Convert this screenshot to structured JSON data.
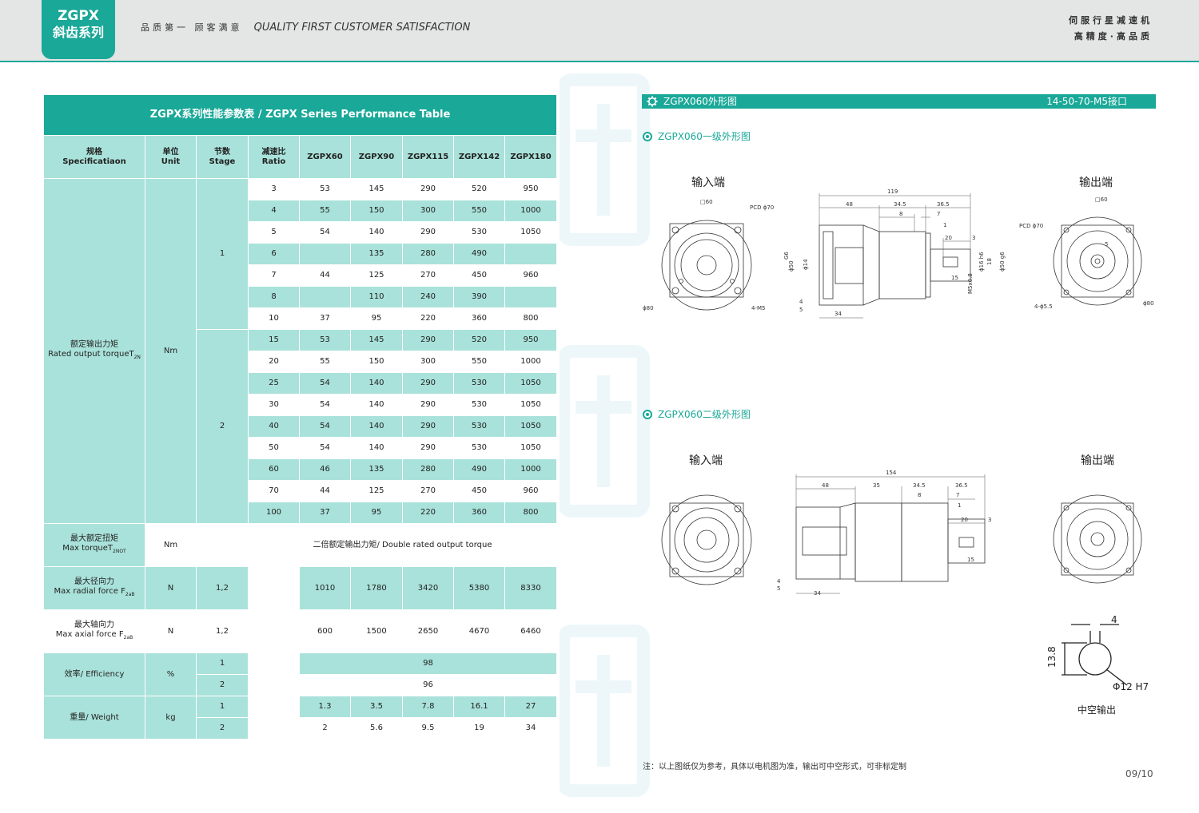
{
  "header": {
    "logo_line1": "ZGPX",
    "logo_line2": "斜齿系列",
    "slogan_cn": "品质第一  顾客满意",
    "slogan_en": "QUALITY FIRST  CUSTOMER SATISFACTION",
    "right_line1": "伺服行星减速机",
    "right_line2": "高精度·高品质"
  },
  "table": {
    "title": "ZGPX系列性能参数表 / ZGPX Series Performance Table",
    "headers": {
      "spec_cn": "规格",
      "spec_en": "Specificatiaon",
      "unit_cn": "单位",
      "unit_en": "Unit",
      "stage_cn": "节数",
      "stage_en": "Stage",
      "ratio_cn": "减速比",
      "ratio_en": "Ratio",
      "m1": "ZGPX60",
      "m2": "ZGPX90",
      "m3": "ZGPX115",
      "m4": "ZGPX142",
      "m5": "ZGPX180"
    },
    "torque_cn": "额定输出力矩",
    "torque_en": "Rated output torque",
    "torque_sym": "T",
    "torque_sub": "2N",
    "unit_nm": "Nm",
    "stage1": "1",
    "stage2": "2",
    "rows": [
      {
        "ratio": "3",
        "v": [
          "53",
          "145",
          "290",
          "520",
          "950"
        ]
      },
      {
        "ratio": "4",
        "v": [
          "55",
          "150",
          "300",
          "550",
          "1000"
        ]
      },
      {
        "ratio": "5",
        "v": [
          "54",
          "140",
          "290",
          "530",
          "1050"
        ]
      },
      {
        "ratio": "6",
        "v": [
          "",
          "135",
          "280",
          "490",
          ""
        ]
      },
      {
        "ratio": "7",
        "v": [
          "44",
          "125",
          "270",
          "450",
          "960"
        ]
      },
      {
        "ratio": "8",
        "v": [
          "",
          "110",
          "240",
          "390",
          ""
        ]
      },
      {
        "ratio": "10",
        "v": [
          "37",
          "95",
          "220",
          "360",
          "800"
        ]
      },
      {
        "ratio": "15",
        "v": [
          "53",
          "145",
          "290",
          "520",
          "950"
        ]
      },
      {
        "ratio": "20",
        "v": [
          "55",
          "150",
          "300",
          "550",
          "1000"
        ]
      },
      {
        "ratio": "25",
        "v": [
          "54",
          "140",
          "290",
          "530",
          "1050"
        ]
      },
      {
        "ratio": "30",
        "v": [
          "54",
          "140",
          "290",
          "530",
          "1050"
        ]
      },
      {
        "ratio": "40",
        "v": [
          "54",
          "140",
          "290",
          "530",
          "1050"
        ]
      },
      {
        "ratio": "50",
        "v": [
          "54",
          "140",
          "290",
          "530",
          "1050"
        ]
      },
      {
        "ratio": "60",
        "v": [
          "46",
          "135",
          "280",
          "490",
          "1000"
        ]
      },
      {
        "ratio": "70",
        "v": [
          "44",
          "125",
          "270",
          "450",
          "960"
        ]
      },
      {
        "ratio": "100",
        "v": [
          "37",
          "95",
          "220",
          "360",
          "800"
        ]
      }
    ],
    "max_cn": "最大额定扭矩",
    "max_en": "Max torque",
    "max_sym": "T",
    "max_sub": "2NOT",
    "max_unit": "Nm",
    "max_val": "二倍额定输出力矩/ Double rated output torque",
    "radial_cn": "最大径向力",
    "radial_en": "Max radial force F",
    "radial_sub": "2aB",
    "radial_unit": "N",
    "radial_stage": "1,2",
    "radial_v": [
      "1010",
      "1780",
      "3420",
      "5380",
      "8330"
    ],
    "axial_cn": "最大轴向力",
    "axial_en": "Max axial force F",
    "axial_sub": "2aB",
    "axial_unit": "N",
    "axial_stage": "1,2",
    "axial_v": [
      "600",
      "1500",
      "2650",
      "4670",
      "6460"
    ],
    "eff_label": "效率/ Efficiency",
    "eff_unit": "%",
    "eff_s1": "1",
    "eff_v1": "98",
    "eff_s2": "2",
    "eff_v2": "96",
    "weight_label": "重量/ Weight",
    "weight_unit": "kg",
    "w_s1": "1",
    "w_v1": [
      "1.3",
      "3.5",
      "7.8",
      "16.1",
      "27"
    ],
    "w_s2": "2",
    "w_v2": [
      "2",
      "5.6",
      "9.5",
      "19",
      "34"
    ]
  },
  "drawing": {
    "bar_title": "ZGPX060外形图",
    "bar_right": "14-50-70-M5接口",
    "sub1": "ZGPX060一级外形图",
    "sub2": "ZGPX060二级外形图",
    "input_label": "输入端",
    "output_label": "输出端",
    "hollow_label": "中空输出",
    "d1": {
      "sq": "□60",
      "pcd_in": "PCD ϕ70",
      "d80": "ϕ80",
      "m5": "4-M5",
      "len": "119",
      "a48": "48",
      "a345": "34.5",
      "a365": "36.5",
      "a8": "8",
      "a7": "7",
      "a1": "1",
      "a20": "20",
      "a3": "3",
      "g6a": "G6",
      "g6b": "ϕ50",
      "g6c": "ϕ14",
      "h16": "ϕ16 h6",
      "h18": "18",
      "h50": "ϕ50 g6",
      "m5x": "M5x0.8",
      "a15": "15",
      "a4": "4",
      "a5": "5",
      "a34": "34",
      "pcd_out": "PCD ϕ70",
      "d55": "4-ϕ5.5",
      "d80o": "ϕ80",
      "sq_o": "□60",
      "r5": "5"
    },
    "d2": {
      "len": "154",
      "a48": "48",
      "a35": "35",
      "a345": "34.5",
      "a365": "36.5",
      "a8": "8",
      "a7": "7",
      "a1": "1",
      "a20": "20",
      "a3": "3",
      "a15": "15",
      "a4": "4",
      "a5": "5",
      "a34": "34"
    },
    "hollow": {
      "w": "4",
      "h": "13.8",
      "d": "Φ12 H7"
    },
    "note": "注：以上图纸仅为参考，具体以电机图为准，输出可中空形式，可非标定制",
    "page": "09/10"
  }
}
